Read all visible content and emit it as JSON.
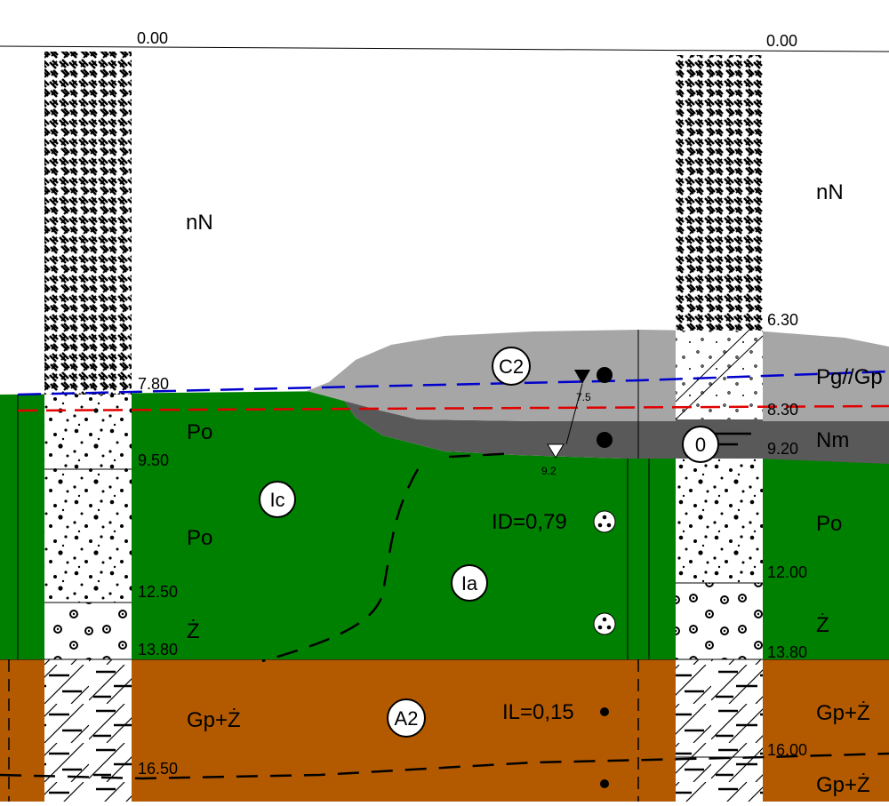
{
  "boreholes": [
    {
      "name": "left",
      "top_depth": "0.00",
      "depth_marks": [
        "7.80",
        "9.50",
        "12.50",
        "13.80",
        "16.50"
      ],
      "layers": [
        "nN",
        "Po",
        "Po",
        "Ż",
        "Gp+Ż"
      ]
    },
    {
      "name": "right",
      "top_depth": "0.00",
      "depth_marks": [
        "6.30",
        "8.30",
        "9.20",
        "12.00",
        "13.80",
        "16.00"
      ],
      "layers": [
        "nN",
        "Pg//Gp",
        "Nm",
        "Po",
        "Ż",
        "Gp+Ż",
        "Gp+Ż"
      ]
    }
  ],
  "zones": [
    "Ic",
    "Ia",
    "C2",
    "A2",
    "0"
  ],
  "parameters": {
    "id": "ID=0,79",
    "il": "IL=0,15"
  },
  "water": {
    "stabilized": "7.5",
    "encountered": "9.2"
  },
  "colors": {
    "sand_green": "#008000",
    "clay_brown": "#b35a00",
    "fill_gray": "#a6a6a6",
    "mud_dark": "#595959",
    "groundwater_line": "#0000cc",
    "red_line": "#e00000"
  },
  "icons": [
    "hatch-fill-pattern",
    "sand-dots-pattern",
    "clay-dash-pattern",
    "triangle-water-marker",
    "dot-marker"
  ]
}
